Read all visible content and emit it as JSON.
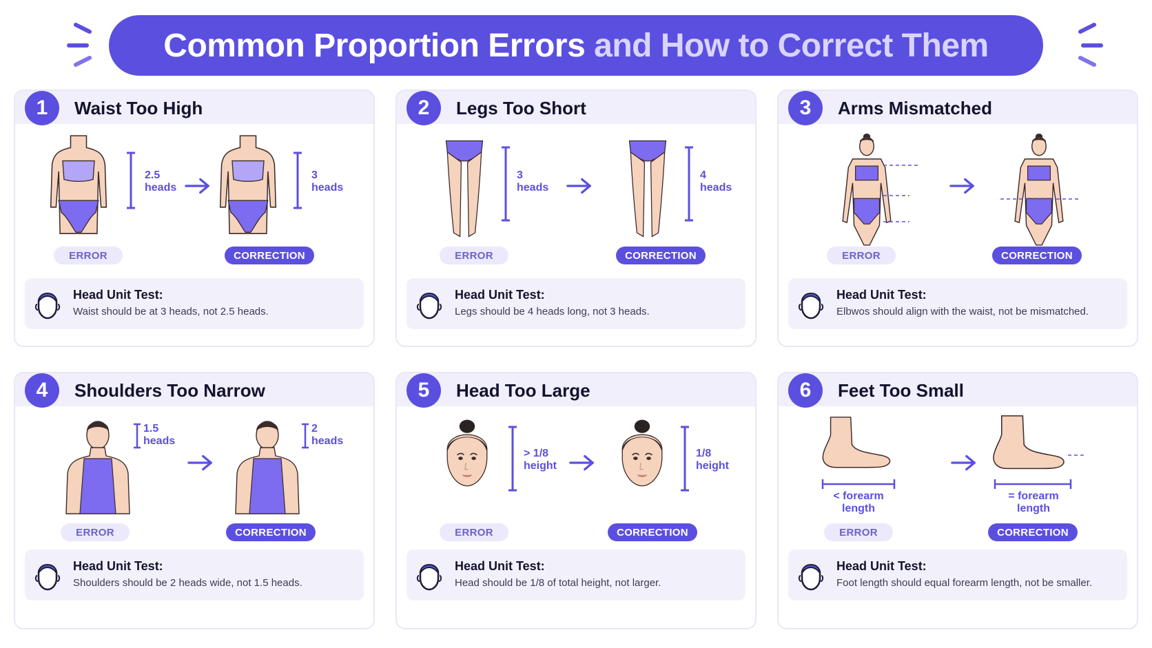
{
  "title": {
    "part1": "Common Proportion Errors",
    "part2": "and How to Correct Them"
  },
  "labels": {
    "error": "ERROR",
    "correction": "CORRECTION",
    "test_title": "Head Unit Test:"
  },
  "cards": [
    {
      "number": "1",
      "title": "Waist Too High",
      "error_measure": [
        "2.5",
        "heads"
      ],
      "correct_measure": [
        "3",
        "heads"
      ],
      "test_text": "Waist should be at 3 heads, not 2.5 heads."
    },
    {
      "number": "2",
      "title": "Legs Too Short",
      "error_measure": [
        "3",
        "heads"
      ],
      "correct_measure": [
        "4",
        "heads"
      ],
      "test_text": "Legs should be 4 heads long, not 3 heads."
    },
    {
      "number": "3",
      "title": "Arms Mismatched",
      "test_text": "Elbwos should align with the waist, not be mismatched."
    },
    {
      "number": "4",
      "title": "Shoulders Too Narrow",
      "error_measure": [
        "1.5",
        "heads"
      ],
      "correct_measure": [
        "2",
        "heads"
      ],
      "test_text": "Shoulders should be 2 heads wide, not 1.5 heads."
    },
    {
      "number": "5",
      "title": "Head Too Large",
      "error_measure": [
        "> 1/8",
        "height"
      ],
      "correct_measure": [
        "1/8",
        "height"
      ],
      "test_text": "Head should be 1/8 of total height, not larger."
    },
    {
      "number": "6",
      "title": "Feet Too Small",
      "error_measure": [
        "< forearm",
        "length"
      ],
      "correct_measure": [
        "= forearm",
        "length"
      ],
      "test_text": "Foot length should equal forearm length, not be smaller."
    }
  ],
  "colors": {
    "accent": "#5b4fe0",
    "skin": "#f6d3bd",
    "garment": "#7d6cf0"
  },
  "icons": {
    "head_test": "head-outline-icon",
    "arrow": "arrow-right-icon"
  }
}
